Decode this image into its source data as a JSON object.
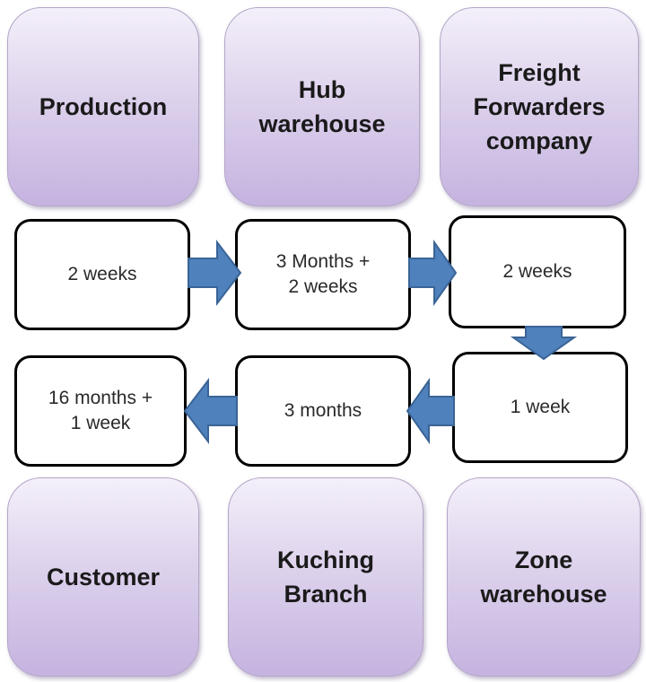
{
  "stages": [
    {
      "id": "production",
      "label": "Production"
    },
    {
      "id": "hub-warehouse",
      "label": "Hub\nwarehouse"
    },
    {
      "id": "freight-forwarders",
      "label": "Freight\nForwarders\ncompany"
    },
    {
      "id": "customer",
      "label": "Customer"
    },
    {
      "id": "kuching-branch",
      "label": "Kuching\nBranch"
    },
    {
      "id": "zone-warehouse",
      "label": "Zone\nwarehouse"
    }
  ],
  "durations": [
    {
      "id": "production",
      "label": "2 weeks"
    },
    {
      "id": "hub-warehouse",
      "label": "3 Months +\n2 weeks"
    },
    {
      "id": "freight-forwarders",
      "label": "2 weeks"
    },
    {
      "id": "customer",
      "label": "16 months +\n1 week"
    },
    {
      "id": "kuching-branch",
      "label": "3 months"
    },
    {
      "id": "zone-warehouse",
      "label": "1 week"
    }
  ],
  "colors": {
    "stage_fill_top": "#f4f0fa",
    "stage_fill_bottom": "#c5b3e0",
    "stage_border": "#b4a6c8",
    "arrow_fill": "#4f81bd",
    "arrow_stroke": "#3a6496",
    "duration_border": "#000000"
  }
}
